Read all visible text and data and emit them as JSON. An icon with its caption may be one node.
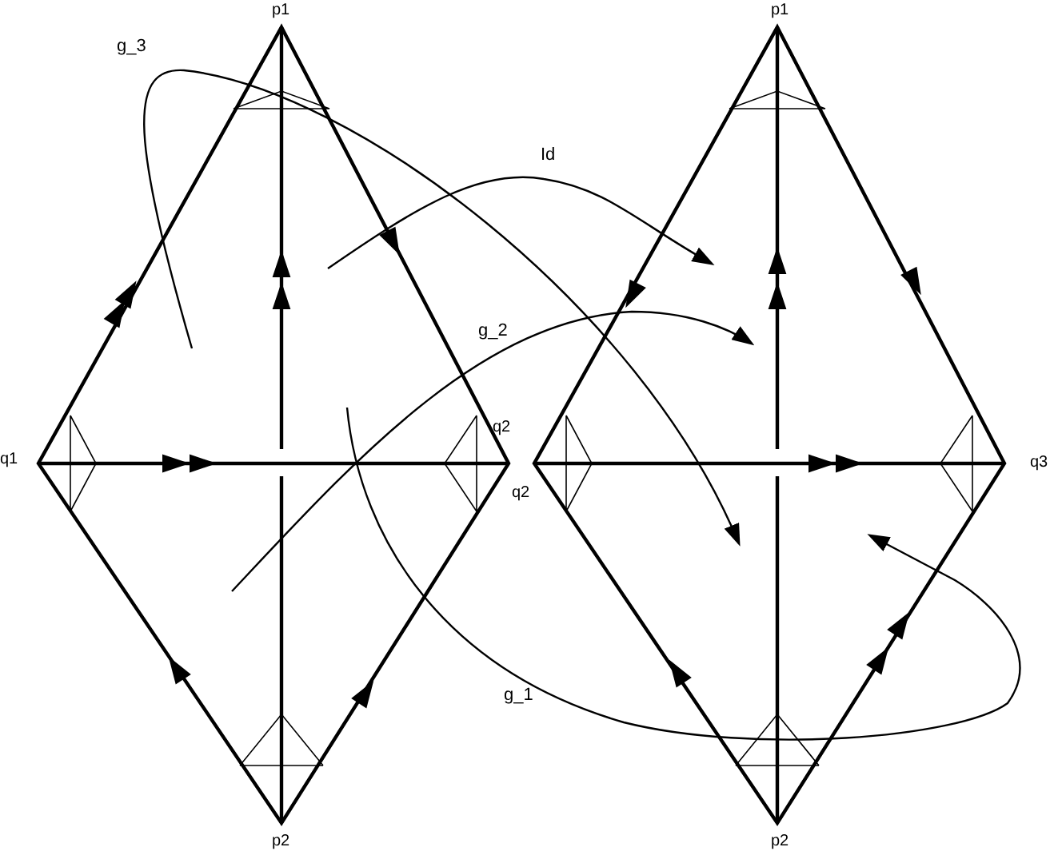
{
  "diagram": {
    "nodes": [
      {
        "text": [],
        "shape": "diamond"
      },
      {
        "text": [],
        "shape": "diamond"
      }
    ],
    "edges": [
      {
        "from": 0,
        "to": 1,
        "arrow": "to",
        "label": "g_3"
      },
      {
        "from": 0,
        "to": 1,
        "arrow": "to",
        "label": "Id"
      },
      {
        "from": 0,
        "to": 1,
        "arrow": "to",
        "label": "g_2"
      },
      {
        "from": 0,
        "to": 1,
        "arrow": "to",
        "label": "g_1"
      }
    ],
    "labels": [
      "p1",
      "p1",
      "q1",
      "q2",
      "q2",
      "q3",
      "p2",
      "p2"
    ]
  }
}
